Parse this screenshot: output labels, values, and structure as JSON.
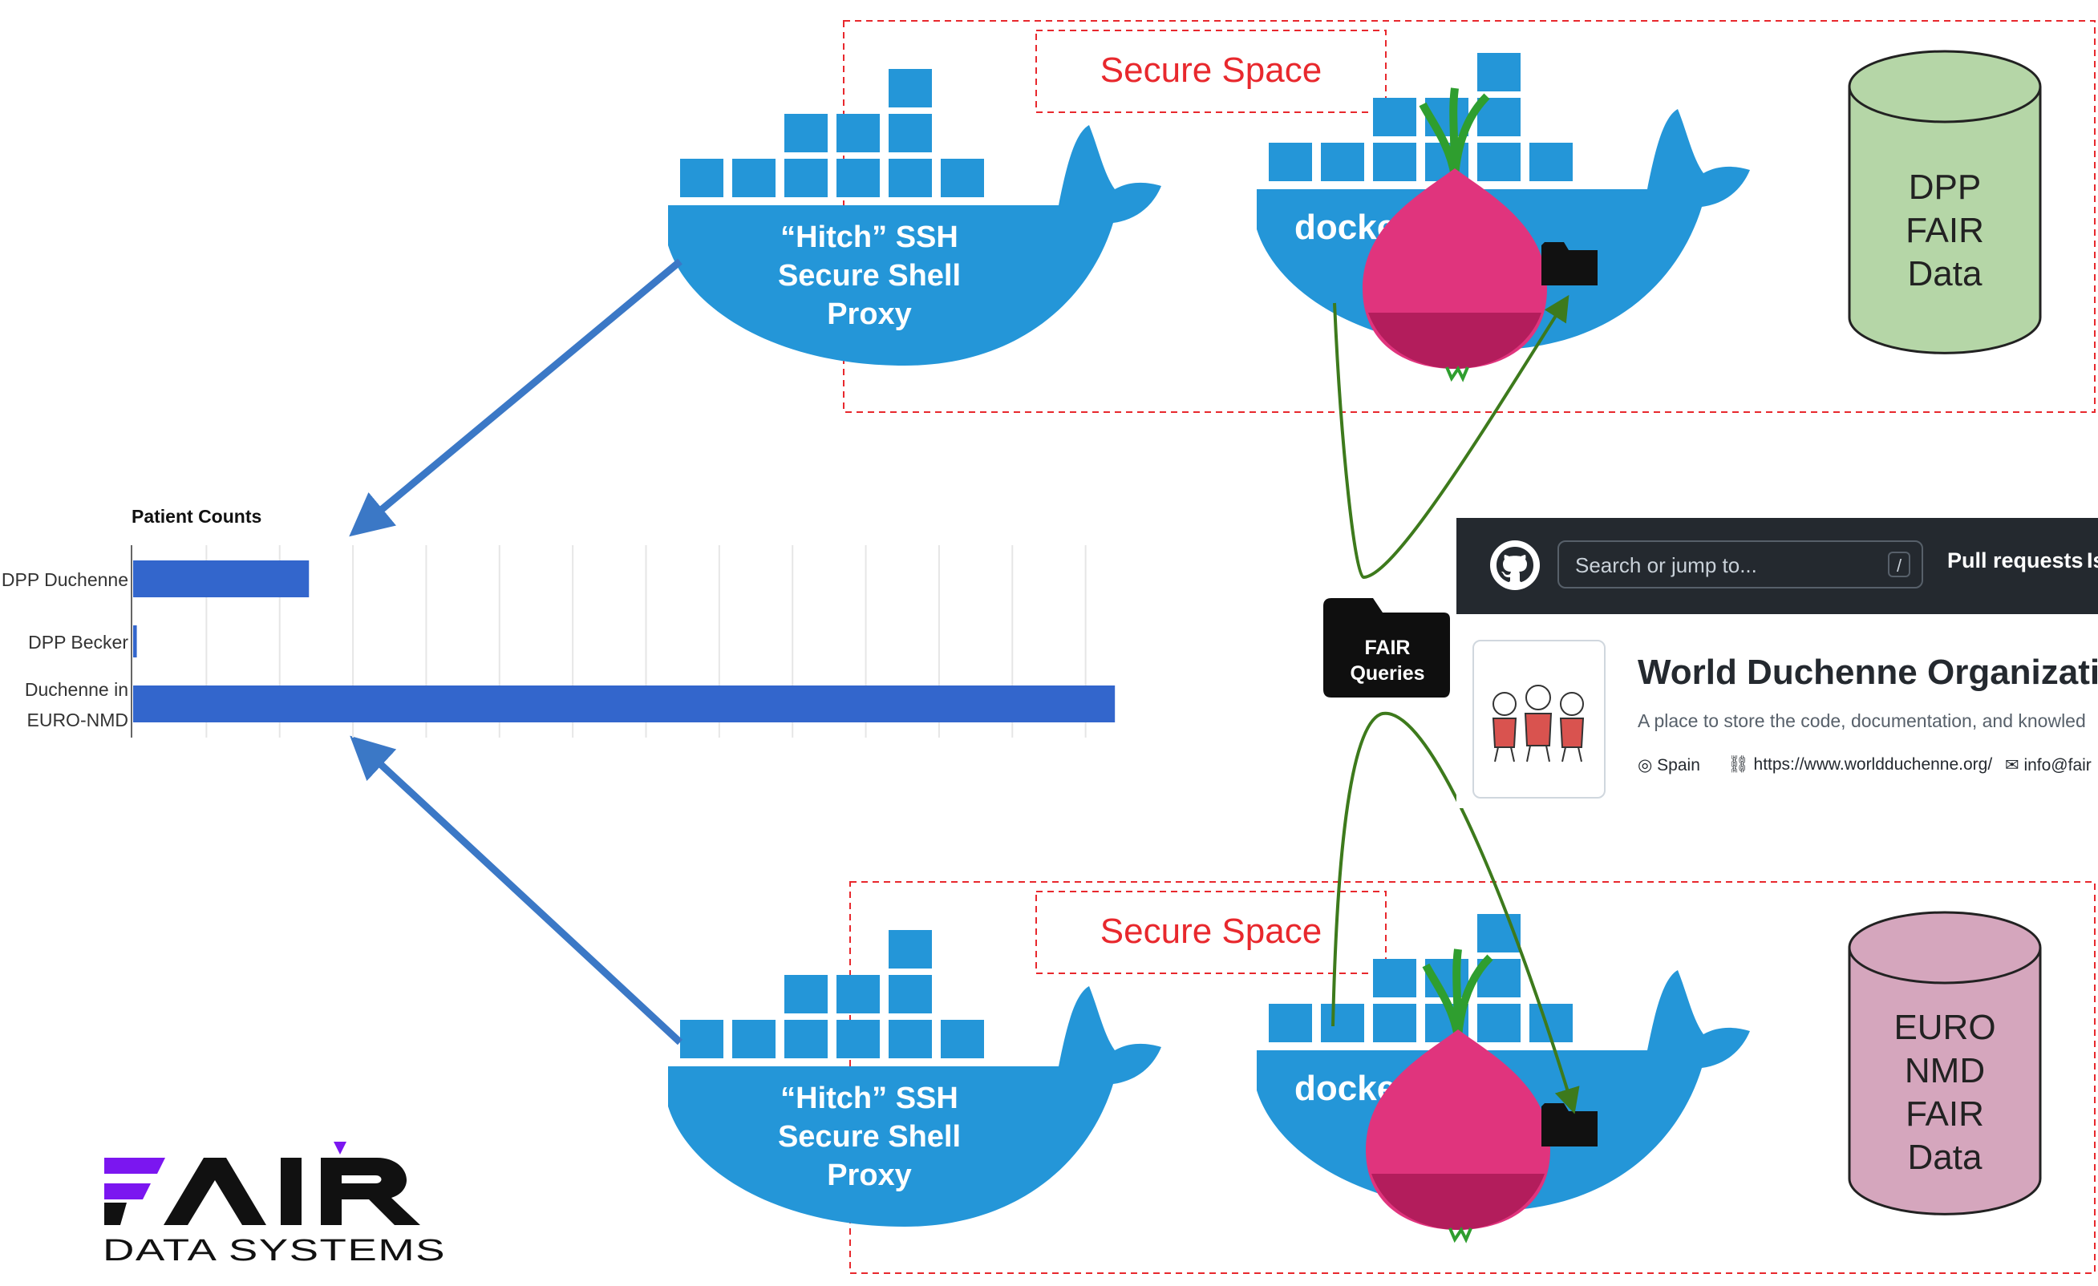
{
  "top_panel": {
    "secure_space_label": "Secure Space",
    "ssh_proxy_lines": [
      "“Hitch” SSH",
      "Secure Shell",
      "Proxy"
    ],
    "docker_label": "docker",
    "database_lines": [
      "DPP",
      "FAIR",
      "Data"
    ],
    "database_color": "#b5d6a7"
  },
  "bottom_panel": {
    "secure_space_label": "Secure Space",
    "ssh_proxy_lines": [
      "“Hitch” SSH",
      "Secure Shell",
      "Proxy"
    ],
    "docker_label": "docker",
    "database_lines": [
      "EURO",
      "NMD",
      "FAIR",
      "Data"
    ],
    "database_color": "#d5a6bd"
  },
  "fair_queries": {
    "line1": "FAIR",
    "line2": "Queries"
  },
  "chart_data": {
    "type": "bar",
    "orientation": "horizontal",
    "title": "Patient Counts",
    "categories": [
      "DPP Duchenne",
      "DPP Becker",
      "Duchenne in EURO-NMD"
    ],
    "category_label_lines": [
      [
        "DPP Duchenne"
      ],
      [
        "DPP Becker"
      ],
      [
        "Duchenne in",
        "EURO-NMD"
      ]
    ],
    "values": [
      48,
      1,
      268
    ],
    "xlim": [
      0,
      280
    ],
    "grid": true,
    "bar_color": "#3366cc"
  },
  "github": {
    "search_placeholder": "Search or jump to...",
    "slash_key": "/",
    "nav_pull_requests": "Pull requests",
    "nav_issues": "Is",
    "org_title": "World Duchenne Organization",
    "org_description": "A place to store the code, documentation, and knowled",
    "location": "Spain",
    "website": "https://www.worldduchenne.org/",
    "email": "info@fair"
  },
  "logo": {
    "word": "FAIR",
    "subtitle": "DATA SYSTEMS",
    "accent_color": "#7b16f0"
  },
  "colors": {
    "docker_blue": "#2496d8",
    "arrow_blue": "#3b78c6",
    "secure_red": "#e8282d",
    "flow_green": "#3d7a1c",
    "onion": "#e0347d"
  }
}
